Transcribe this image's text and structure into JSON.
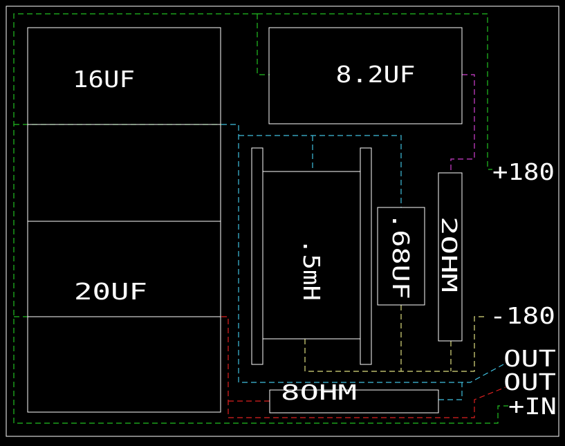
{
  "components": {
    "cap_16uf": "16UF",
    "cap_8_2uf": "8.2UF",
    "cap_20uf": "20UF",
    "inductor": ".5mH",
    "cap_068uf": ".68UF",
    "res_2ohm": "2OHM",
    "res_8ohm": "8OHM"
  },
  "terminals": {
    "plus_180": "+180",
    "minus_180": "-180",
    "out_1": "OUT",
    "out_2": "OUT",
    "plus_in": "+IN"
  },
  "colors": {
    "background": "#000000",
    "outline": "#ffffff",
    "green_trace": "#22c022",
    "cyan_trace": "#40c0e0",
    "yellow_trace": "#e0e080",
    "red_trace": "#e02020",
    "magenta_trace": "#d040d0"
  }
}
